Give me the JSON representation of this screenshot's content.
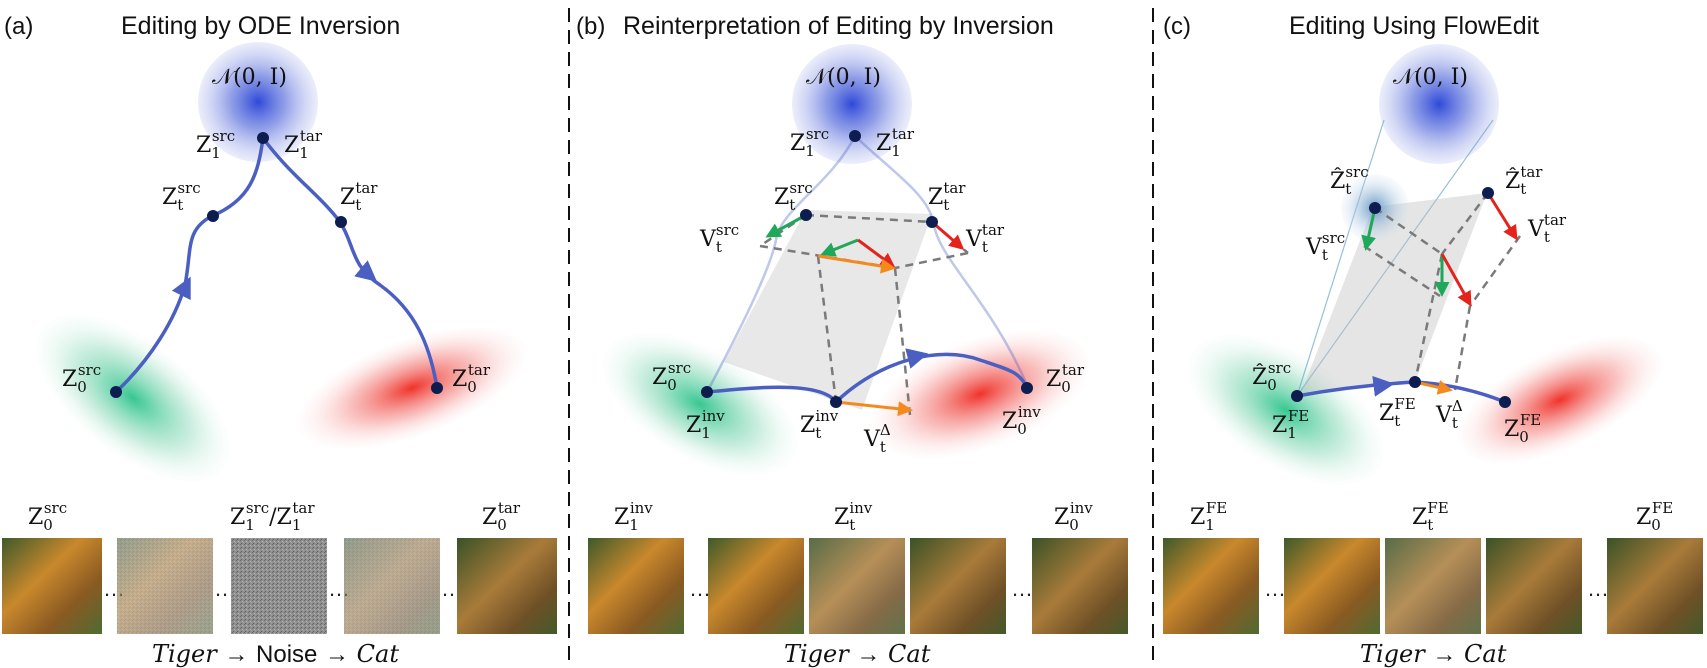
{
  "panels": [
    {
      "letter": "(a)",
      "title": "Editing by ODE Inversion",
      "gaussian": "𝒩(0, I)",
      "points": {
        "z1_src": "Z",
        "z1_src_sub": "1",
        "z1_src_sup": "src",
        "z1_tar": "Z",
        "z1_tar_sub": "1",
        "z1_tar_sup": "tar",
        "zt_src_sup": "src",
        "zt_tar_sup": "tar",
        "z0_src_sup": "src",
        "z0_tar_sup": "tar",
        "t_sub": "t",
        "zero_sub": "0"
      },
      "strip_labels": [
        "src",
        "src",
        "tar",
        "tar"
      ],
      "caption_left": "Tiger",
      "caption_mid": "Noise",
      "caption_right": "Cat",
      "arrow": "→"
    },
    {
      "letter": "(b)",
      "title": "Reinterpretation of Editing by Inversion",
      "gaussian": "𝒩(0, I)",
      "labels": {
        "src": "src",
        "tar": "tar",
        "inv": "inv",
        "delta": "Δ",
        "V": "V",
        "Z": "Z",
        "t": "t",
        "one": "1",
        "zero": "0"
      },
      "caption_left": "Tiger",
      "caption_right": "Cat",
      "arrow": "→"
    },
    {
      "letter": "(c)",
      "title": "Editing Using FlowEdit",
      "gaussian": "𝒩(0, I)",
      "labels": {
        "src": "src",
        "tar": "tar",
        "fe": "FE",
        "delta": "Δ",
        "V": "V",
        "Z": "Z",
        "Zhat": "Ẑ",
        "t": "t",
        "one": "1",
        "zero": "0"
      },
      "caption_left": "Tiger",
      "caption_right": "Cat",
      "arrow": "→"
    }
  ],
  "ellipsis": "…",
  "slash": "/",
  "colors": {
    "path": "#4a5fc1",
    "green": "#1fa85a",
    "red": "#e3231c",
    "orange": "#f28a1e",
    "dashed": "#7a7a7a",
    "node": "#0d1d4f"
  }
}
